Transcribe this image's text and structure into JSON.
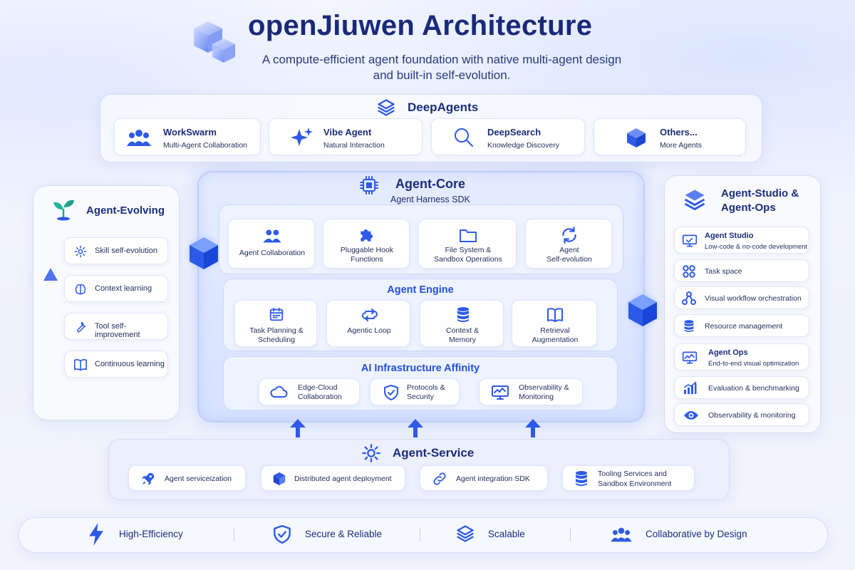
{
  "header": {
    "title": "openJiuwen Architecture",
    "subtitle_line1": "A compute-efficient agent foundation with native multi-agent design",
    "subtitle_line2": "and built-in self-evolution."
  },
  "deep_agents": {
    "title": "DeepAgents",
    "items": [
      {
        "title": "WorkSwarm",
        "sub": "Multi-Agent Collaboration",
        "icon": "users-icon"
      },
      {
        "title": "Vibe Agent",
        "sub": "Natural Interaction",
        "icon": "sparkle-icon"
      },
      {
        "title": "DeepSearch",
        "sub": "Knowledge Discovery",
        "icon": "search-icon"
      },
      {
        "title": "Others...",
        "sub": "More Agents",
        "icon": "cube-icon"
      }
    ]
  },
  "agent_evolving": {
    "title": "Agent-Evolving",
    "items": [
      {
        "label": "Skill self-evolution",
        "icon": "gear-icon"
      },
      {
        "label": "Context learning",
        "icon": "brain-icon"
      },
      {
        "label": "Tool self-improvement",
        "icon": "wrench-icon"
      },
      {
        "label": "Continuous learning",
        "icon": "book-icon"
      }
    ]
  },
  "agent_core": {
    "title": "Agent-Core",
    "sdk_title": "Agent Harness SDK",
    "sdk_items": [
      {
        "line1": "Agent Collaboration",
        "line2": "",
        "icon": "users-icon"
      },
      {
        "line1": "Pluggable Hook",
        "line2": "Functions",
        "icon": "puzzle-icon"
      },
      {
        "line1": "File System &",
        "line2": "Sandbox Operations",
        "icon": "folder-icon"
      },
      {
        "line1": "Agent",
        "line2": "Self-evolution",
        "icon": "refresh-icon"
      }
    ],
    "engine_title": "Agent Engine",
    "engine_items": [
      {
        "line1": "Task Planning &",
        "line2": "Scheduling",
        "icon": "calendar-icon"
      },
      {
        "line1": "Agentic Loop",
        "line2": "",
        "icon": "loop-icon"
      },
      {
        "line1": "Context &",
        "line2": "Memory",
        "icon": "database-icon"
      },
      {
        "line1": "Retrieval",
        "line2": "Augmentation",
        "icon": "book-open-icon"
      }
    ],
    "infra_title": "AI Infrastructure Affinity",
    "infra_items": [
      {
        "line1": "Edge-Cloud",
        "line2": "Collaboration",
        "icon": "cloud-icon"
      },
      {
        "line1": "Protocols &",
        "line2": "Security",
        "icon": "shield-icon"
      },
      {
        "line1": "Observability &",
        "line2": "Monitoring",
        "icon": "monitor-icon"
      }
    ]
  },
  "studio_ops": {
    "title_line1": "Agent-Studio &",
    "title_line2": "Agent-Ops",
    "items": [
      {
        "title": "Agent Studio",
        "sub": "Low-code & no-code development",
        "icon": "monitor-icon"
      },
      {
        "title": "Task space",
        "sub": "",
        "icon": "grid-icon"
      },
      {
        "title": "Visual workflow orchestration",
        "sub": "",
        "icon": "workflow-icon"
      },
      {
        "title": "Resource management",
        "sub": "",
        "icon": "database-icon"
      },
      {
        "title": "Agent Ops",
        "sub": "End-to-end visual optimization",
        "icon": "chart-monitor-icon"
      },
      {
        "title": "Evaluation & benchmarking",
        "sub": "",
        "icon": "bar-chart-icon"
      },
      {
        "title": "Observability & monitoring",
        "sub": "",
        "icon": "eye-icon"
      }
    ]
  },
  "agent_service": {
    "title": "Agent-Service",
    "items": [
      {
        "line1": "Agent serviceization",
        "line2": "",
        "icon": "rocket-icon"
      },
      {
        "line1": "Distributed agent deployment",
        "line2": "",
        "icon": "cube-icon"
      },
      {
        "line1": "Agent integration SDK",
        "line2": "",
        "icon": "link-icon"
      },
      {
        "line1": "Tooling Services and",
        "line2": "Sandbox Environment",
        "icon": "database-icon"
      }
    ]
  },
  "footer": {
    "items": [
      {
        "label": "High-Efficiency",
        "icon": "lightning-icon"
      },
      {
        "label": "Secure & Reliable",
        "icon": "shield-check-icon"
      },
      {
        "label": "Scalable",
        "icon": "layers-icon"
      },
      {
        "label": "Collaborative by Design",
        "icon": "users-icon"
      }
    ]
  },
  "colors": {
    "accent": "#2e5ae6",
    "title": "#1a2d7a",
    "panel_border": "#d6def5"
  }
}
